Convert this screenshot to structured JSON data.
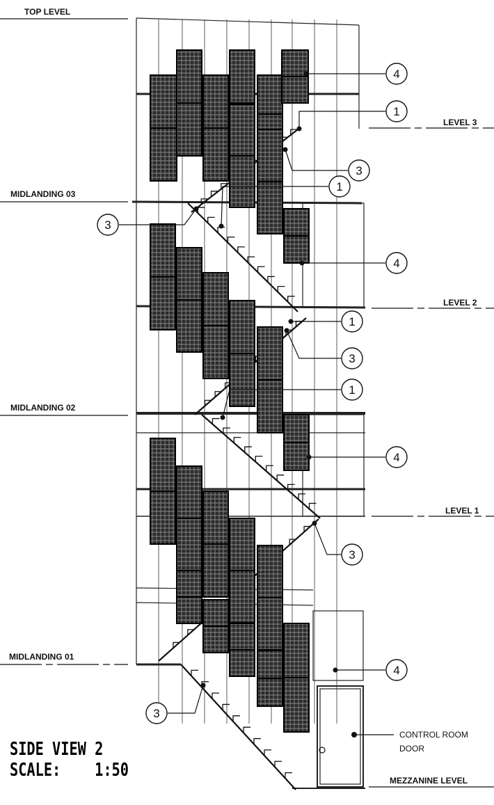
{
  "levels": {
    "top": "TOP LEVEL",
    "level3": "LEVEL 3",
    "mid3": "MIDLANDING 03",
    "level2": "LEVEL 2",
    "mid2": "MIDLANDING 02",
    "level1": "LEVEL 1",
    "mid1": "MIDLANDING 01",
    "mezz": "MEZZANINE LEVEL"
  },
  "callouts": [
    {
      "id": "c1",
      "text": "4"
    },
    {
      "id": "c2",
      "text": "1"
    },
    {
      "id": "c3",
      "text": "3"
    },
    {
      "id": "c4",
      "text": "1"
    },
    {
      "id": "c5",
      "text": "3"
    },
    {
      "id": "c6",
      "text": "4"
    },
    {
      "id": "c7",
      "text": "1"
    },
    {
      "id": "c8",
      "text": "3"
    },
    {
      "id": "c9",
      "text": "1"
    },
    {
      "id": "c10",
      "text": "4"
    },
    {
      "id": "c11",
      "text": "3"
    },
    {
      "id": "c12",
      "text": "4"
    },
    {
      "id": "c13",
      "text": "3"
    }
  ],
  "door_note": {
    "line1": "CONTROL ROOM",
    "line2": "DOOR"
  },
  "title": {
    "view": "SIDE VIEW 2",
    "scale_label": "SCALE:",
    "scale_value": "1:50"
  }
}
